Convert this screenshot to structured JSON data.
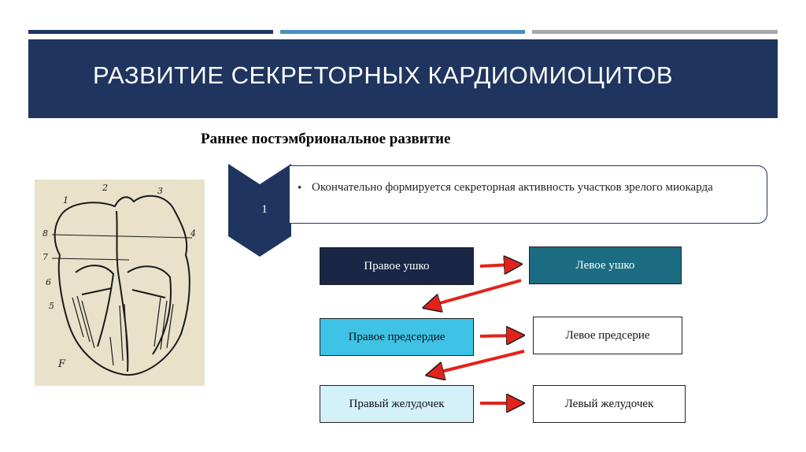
{
  "slide": {
    "title": "РАЗВИТИЕ  СЕКРЕТОРНЫХ  КАРДИОМИОЦИТОВ",
    "subtitle": "Раннее постэмбриональное развитие"
  },
  "step": {
    "number": "1",
    "bullet": "•",
    "text": "Окончательно формируется секреторная активность участков зрелого миокарда"
  },
  "flow": {
    "right_auricle": "Правое ушко",
    "left_auricle": "Левое ушко",
    "right_atrium": "Правое предсердие",
    "left_atrium": "Левое предсерие",
    "right_ventricle": "Правый желудочек",
    "left_ventricle": "Левый желудочек"
  },
  "figure": {
    "labels": [
      "1",
      "2",
      "3",
      "4",
      "5",
      "6",
      "7",
      "8"
    ],
    "letter": "F"
  },
  "colors": {
    "navy": "#1f3560",
    "accent_blue": "#4a90c0",
    "grey": "#a7a9ac",
    "arrow_red": "#e3231b",
    "teal": "#1b6c82",
    "cyan": "#3ec3e6",
    "light_cyan": "#d4f0f8"
  }
}
